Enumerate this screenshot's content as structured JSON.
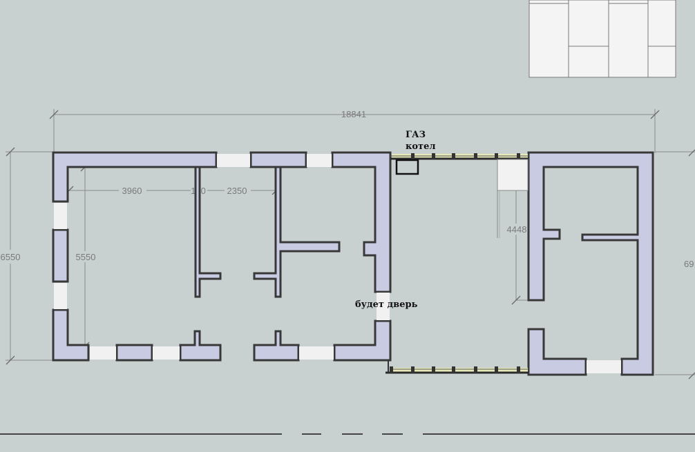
{
  "dimensions": {
    "overall_length": "18841",
    "overall_height_left": "6550",
    "overall_height_right": "69",
    "room1_width": "3960",
    "partition": "150",
    "room2_width": "2350",
    "room1_height": "5550",
    "veranda_inner": "4448"
  },
  "annotations": {
    "gas_label": "ГАЗ",
    "boiler_label": "котел",
    "door_label": "будет дверь"
  },
  "colors": {
    "background": "#c9d0d0",
    "wall_fill": "#c9cbe3",
    "wall_stroke": "#383838",
    "window_fill": "#f1f1f1",
    "glazing": "#e8e9b9"
  }
}
